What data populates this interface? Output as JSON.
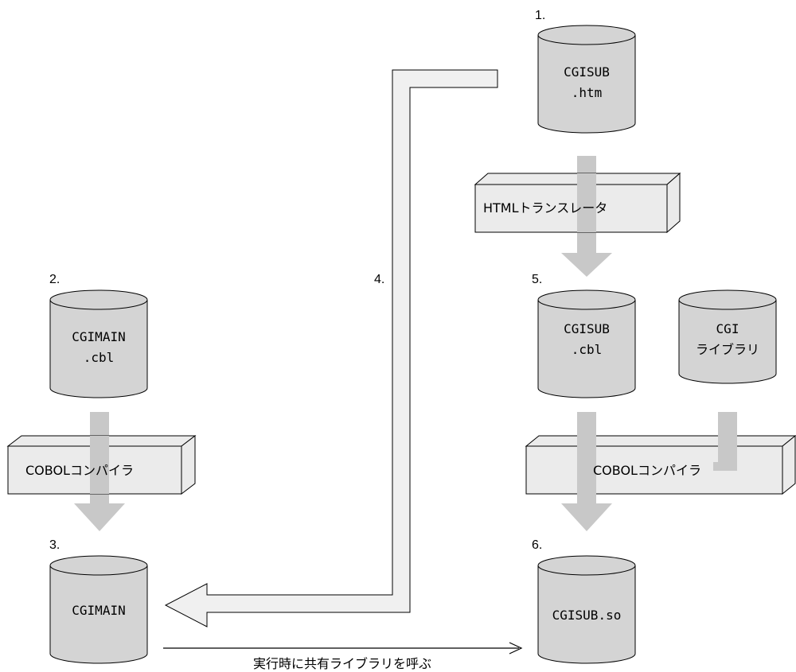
{
  "colors": {
    "cylinder_fill": "#d4d4d4",
    "box_fill": "#ebebeb",
    "arrow_fill": "#c8c8c8",
    "flow_arrow_fill": "#f0f0f0",
    "stroke": "#000000"
  },
  "steps": {
    "s1": "1.",
    "s2": "2.",
    "s3": "3.",
    "s4": "4.",
    "s5": "5.",
    "s6": "6."
  },
  "files": {
    "cgisub_htm": [
      "CGISUB",
      ".htm"
    ],
    "cgimain_cbl": [
      "CGIMAIN",
      ".cbl"
    ],
    "cgimain": "CGIMAIN",
    "cgisub_cbl": [
      "CGISUB",
      ".cbl"
    ],
    "cgi_library": [
      "CGI",
      "ライブラリ"
    ],
    "cgisub_so": "CGISUB.so"
  },
  "tools": {
    "html_translator": "HTMLトランスレータ",
    "cobol_compiler_left": "COBOLコンパイラ",
    "cobol_compiler_right": "COBOLコンパイラ"
  },
  "runtime_label": "実行時に共有ライブラリを呼ぶ"
}
